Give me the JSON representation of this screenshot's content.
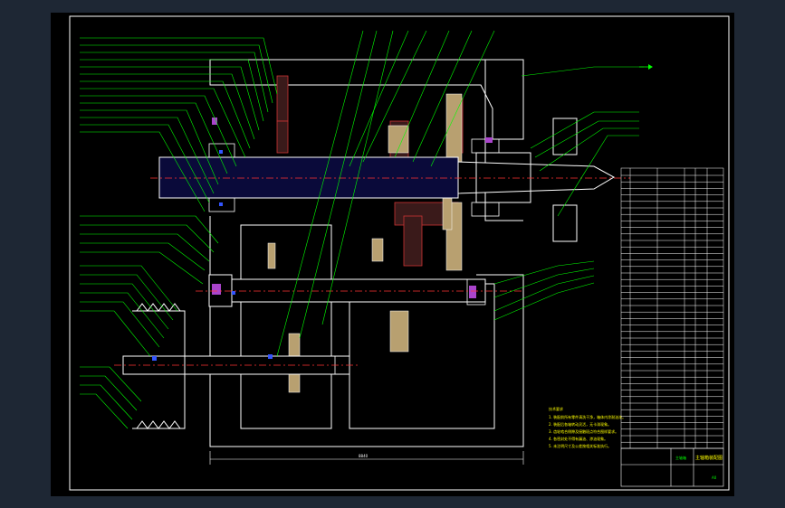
{
  "drawing": {
    "title": "",
    "colors": {
      "background": "#000000",
      "frame": "#ffffff",
      "leaders": "#00ff00",
      "centerline": "#ff3333",
      "section_hatch": "#cc3333",
      "gear_fill": "#b8a070",
      "seal": "#aa44cc",
      "notes_text": "#ffff00",
      "table_text": "#00ff00",
      "bearing": "#3355ff"
    },
    "notes_heading": "技术要求",
    "notes": [
      "1. 装配前所有零件清洗干净，箱体内涂耐油漆。",
      "2. 装配后各轴转动灵活，无卡滞现象。",
      "3. 齿轮啮合侧隙及接触斑点符合图样要求。",
      "4. 各密封处不得有漏油、渗油现象。",
      "5. 未注明尺寸及公差按相关标准执行。"
    ],
    "overall_dimension": "8840",
    "title_block": {
      "name_cell": "主轴箱",
      "drawing_title": "主轴箱装配图",
      "sheet_cell": "A0"
    }
  }
}
